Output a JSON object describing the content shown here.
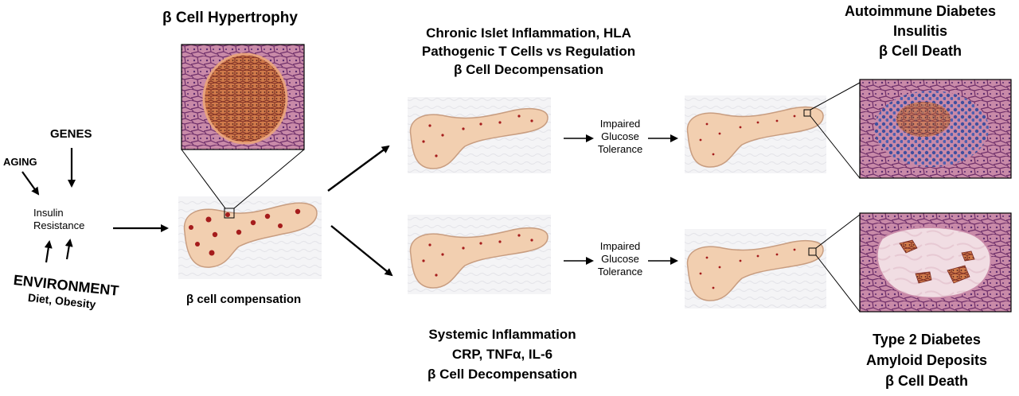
{
  "left": {
    "genes": "GENES",
    "aging": "AGING",
    "insulin_resistance_line1": "Insulin",
    "insulin_resistance_line2": "Resistance",
    "environment": "ENVIRONMENT",
    "environment_sub": "Diet,  Obesity"
  },
  "center": {
    "hypertrophy_title": "β Cell Hypertrophy",
    "compensation_caption": "β cell compensation"
  },
  "top_path": {
    "title_line1": "Chronic Islet Inflammation, HLA",
    "title_line2": "Pathogenic T Cells vs Regulation",
    "title_line3": "β  Cell Decompensation",
    "igt_line1": "Impaired",
    "igt_line2": "Glucose",
    "igt_line3": "Tolerance",
    "outcome_line1": "Autoimmune Diabetes",
    "outcome_line2": "Insulitis",
    "outcome_line3": "β Cell Death"
  },
  "bottom_path": {
    "title_line1": "Systemic Inflammation",
    "title_line2": "CRP, TNFα, IL-6",
    "title_line3": "β Cell Decompensation",
    "igt_line1": "Impaired",
    "igt_line2": "Glucose",
    "igt_line3": "Tolerance",
    "outcome_line1": "Type 2 Diabetes",
    "outcome_line2": "Amyloid Deposits",
    "outcome_line3": "β Cell Death"
  },
  "colors": {
    "pancreas_fill": "#f2cfb0",
    "pancreas_stroke": "#c89d80",
    "islet_dot": "#a51c1c",
    "tissue_purple": "#7d3f7a",
    "tissue_pink": "#c98aa8",
    "tissue_orange": "#c86a3e",
    "lymphocyte_blue": "#3f4f9e"
  }
}
